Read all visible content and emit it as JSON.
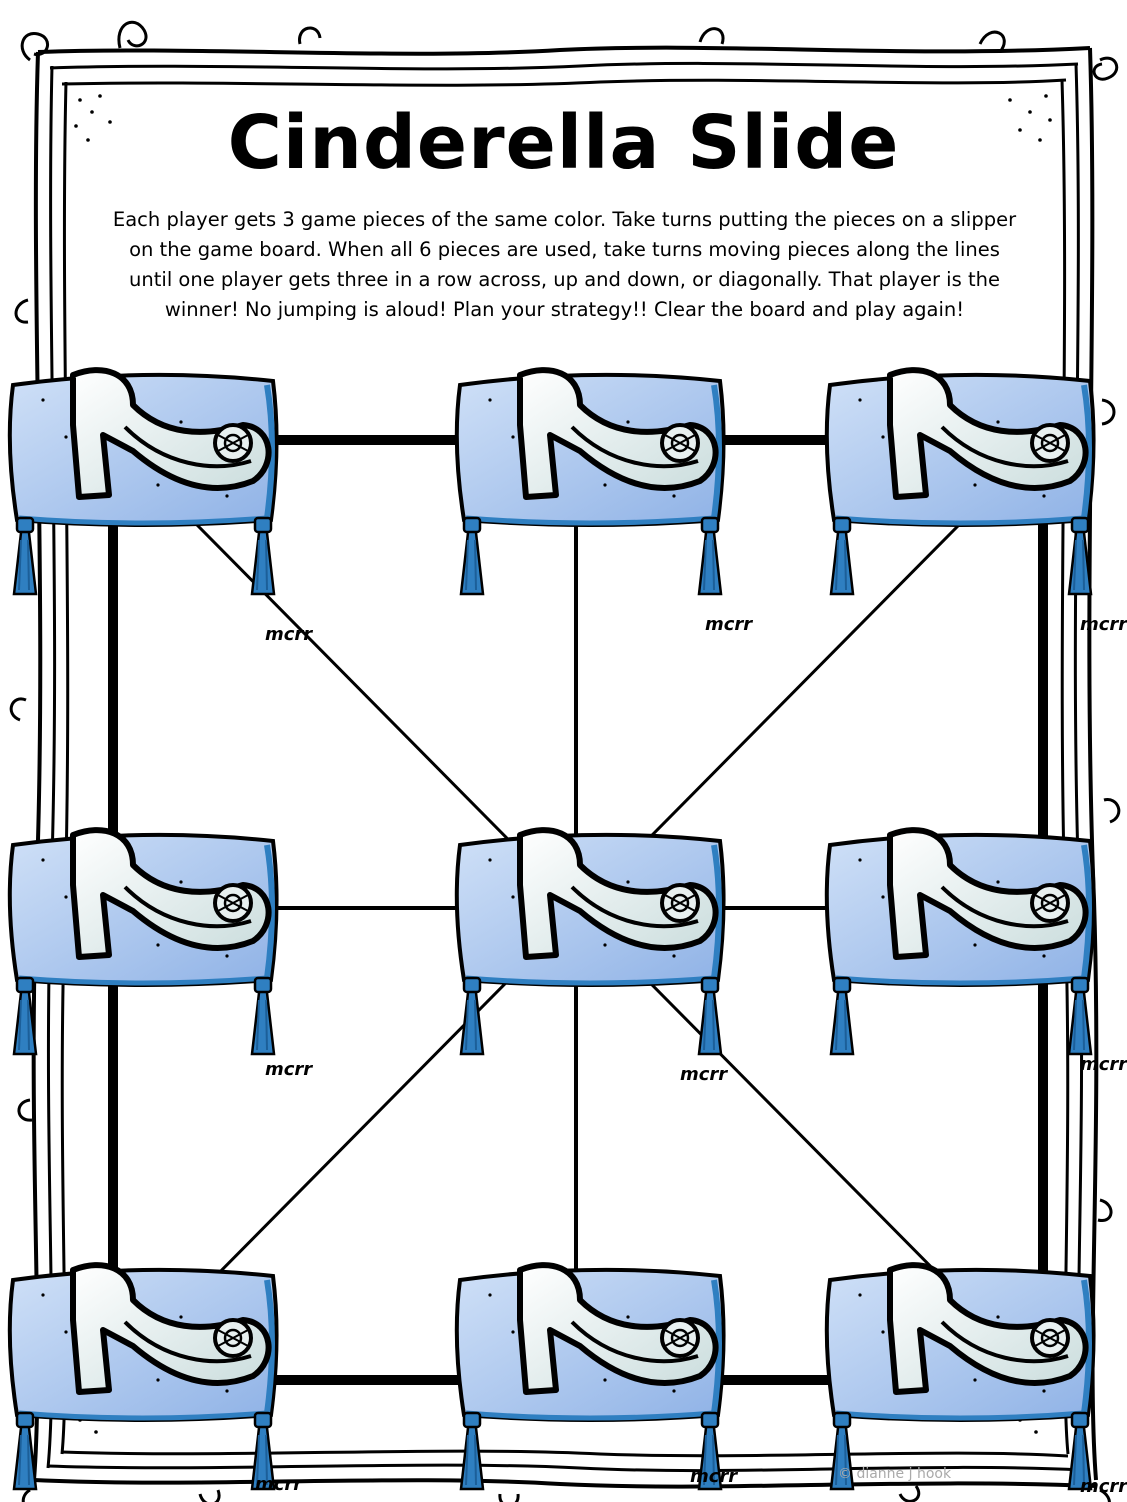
{
  "title": "Cinderella Slide",
  "instructions": "Each player gets 3   game pieces of the same color.  Take turns putting the pieces on a   slipper on the game board.  When all  6 pieces are used, take turns moving pieces along the lines until one player gets three in a row across, up and down, or diagonally.  That player is the winner! No jumping is aloud!  Plan your strategy!!  Clear the board and play again!",
  "credit": "© dianne j hook",
  "signature": "mcrr",
  "colors": {
    "pillow_light": "#cfe0f7",
    "pillow_dark": "#8fb2e6",
    "tassel": "#2f7fc1",
    "slipper": "#e8f0f0",
    "line": "#000000"
  },
  "board": {
    "slots": [
      {
        "id": "top-left",
        "row": 0,
        "col": 0
      },
      {
        "id": "top-middle",
        "row": 0,
        "col": 1
      },
      {
        "id": "top-right",
        "row": 0,
        "col": 2
      },
      {
        "id": "middle-left",
        "row": 1,
        "col": 0
      },
      {
        "id": "center",
        "row": 1,
        "col": 1
      },
      {
        "id": "middle-right",
        "row": 1,
        "col": 2
      },
      {
        "id": "bottom-left",
        "row": 2,
        "col": 0
      },
      {
        "id": "bottom-middle",
        "row": 2,
        "col": 1
      },
      {
        "id": "bottom-right",
        "row": 2,
        "col": 2
      }
    ]
  }
}
